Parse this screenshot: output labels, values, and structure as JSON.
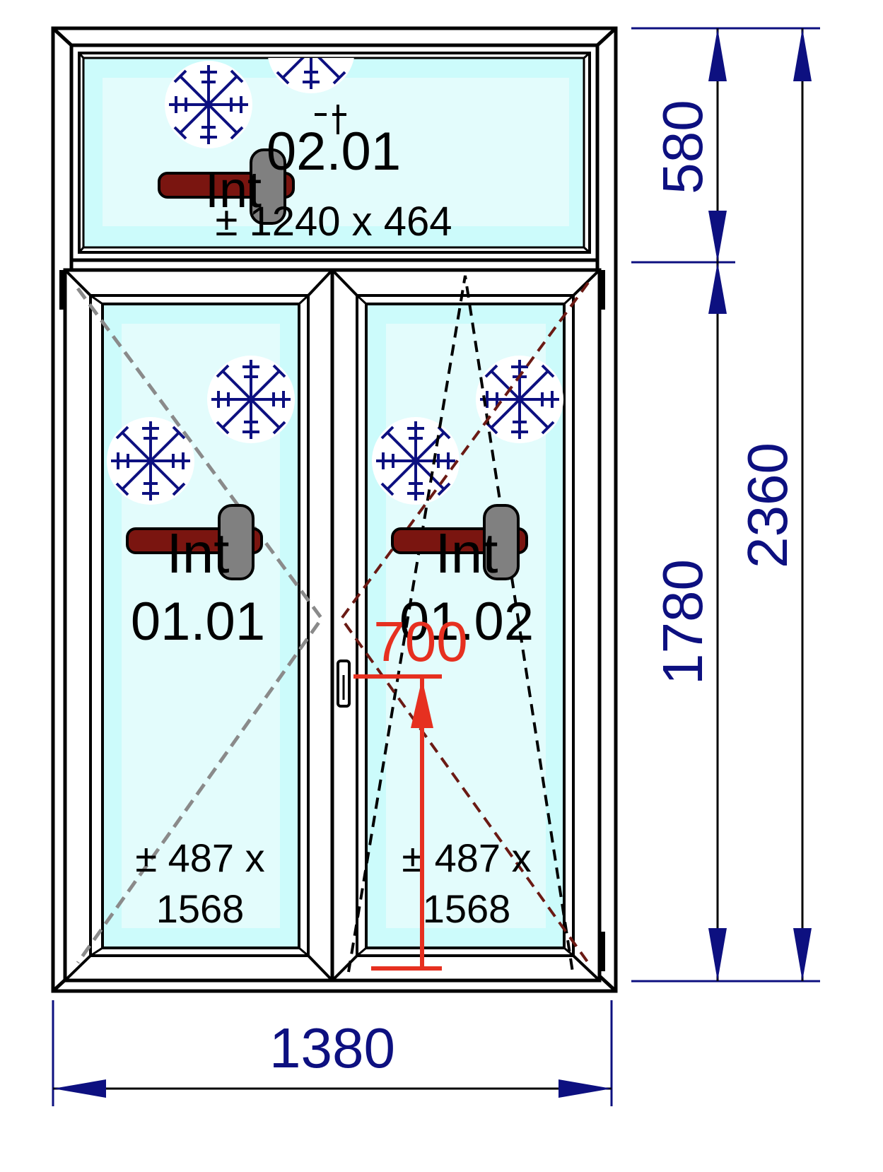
{
  "colors": {
    "frame": "#000000",
    "glass": "#ccfbfb",
    "glass_inner": "#e3fcfc",
    "dimension": "#0d1080",
    "handle_height": "#e63020",
    "opening_dark": "#6b1a14",
    "opening_grey": "#8a8a8a",
    "handle_bar": "#7a1510",
    "handle_knob": "#808080",
    "snowflake": "#0d1080"
  },
  "icons": [
    "snowflake-icon",
    "handle-icon",
    "window-handle-icon"
  ],
  "transom": {
    "id": "02.01",
    "int_label": "Int",
    "glass_size": "± 1240 x 464"
  },
  "sashes": [
    {
      "id": "01.01",
      "int_label": "Int",
      "glass_size_line1": "± 487 x",
      "glass_size_line2": "1568",
      "opening": "turn"
    },
    {
      "id": "01.02",
      "int_label": "Int",
      "glass_size_line1": "± 487 x",
      "glass_size_line2": "1568",
      "opening": "tilt-turn"
    }
  ],
  "dimensions": {
    "width": "1380",
    "height_top": "580",
    "height_bottom": "1780",
    "height_total": "2360",
    "handle_height": "700"
  }
}
